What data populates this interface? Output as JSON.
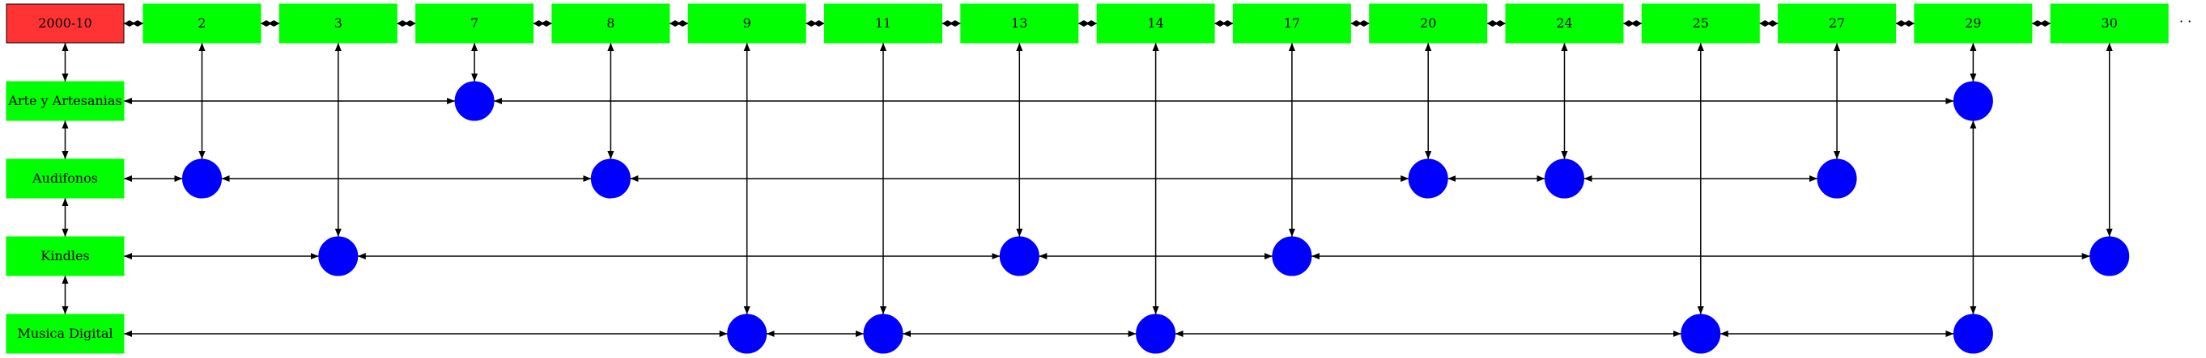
{
  "colors": {
    "header": "#ff3333",
    "node": "#00ff00",
    "dot": "#0000ff",
    "edge": "#000000"
  },
  "header": {
    "label": "2000-10"
  },
  "columns": [
    "2",
    "3",
    "7",
    "8",
    "9",
    "11",
    "13",
    "14",
    "17",
    "20",
    "24",
    "25",
    "27",
    "29",
    "30"
  ],
  "rows": [
    "Arte y Artesanias",
    "Audifonos",
    "Kindles",
    "Musica Digital"
  ],
  "dots": [
    {
      "row": 0,
      "col": "7"
    },
    {
      "row": 0,
      "col": "29"
    },
    {
      "row": 1,
      "col": "2"
    },
    {
      "row": 1,
      "col": "8"
    },
    {
      "row": 1,
      "col": "20"
    },
    {
      "row": 1,
      "col": "24"
    },
    {
      "row": 1,
      "col": "27"
    },
    {
      "row": 2,
      "col": "3"
    },
    {
      "row": 2,
      "col": "13"
    },
    {
      "row": 2,
      "col": "17"
    },
    {
      "row": 2,
      "col": "30"
    },
    {
      "row": 3,
      "col": "9"
    },
    {
      "row": 3,
      "col": "11"
    },
    {
      "row": 3,
      "col": "14"
    },
    {
      "row": 3,
      "col": "25"
    },
    {
      "row": 3,
      "col": "29"
    }
  ],
  "trailing_mark": "· ·"
}
